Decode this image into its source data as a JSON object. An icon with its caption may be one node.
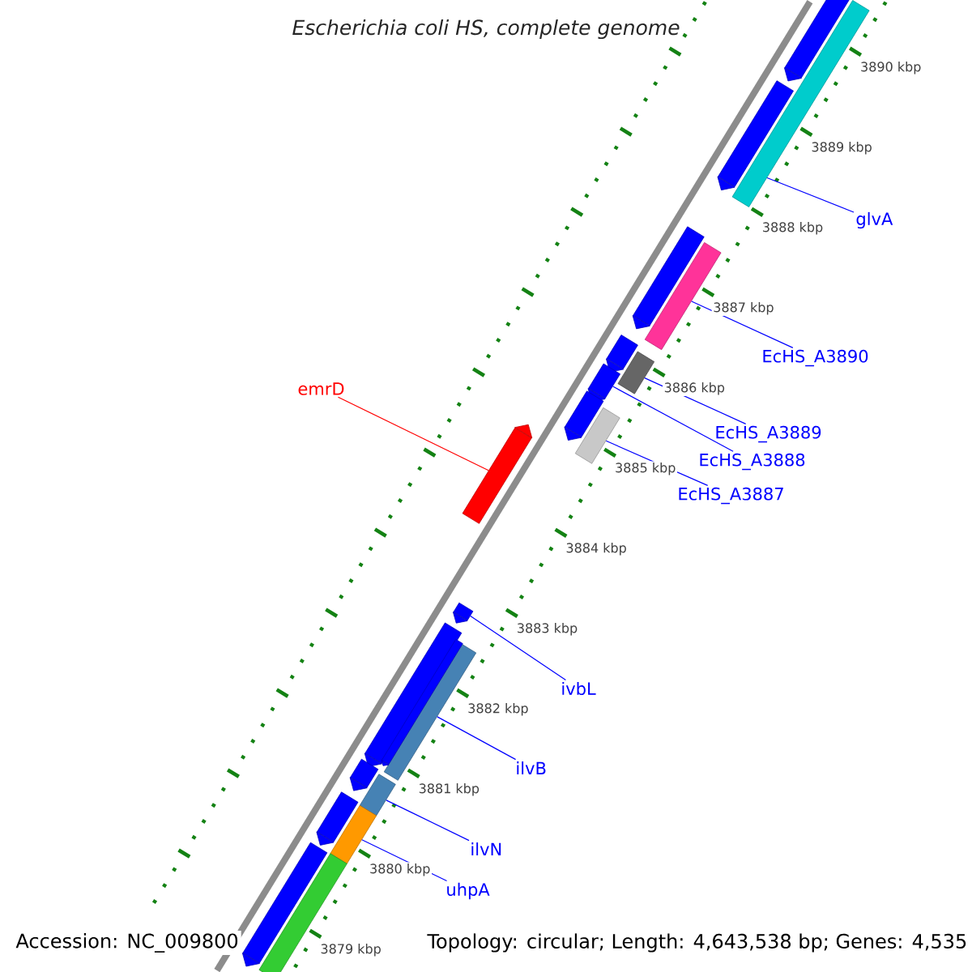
{
  "diagram": {
    "title": "Escherichia coli HS, complete genome",
    "nodes": [
      {
        "text": [
          "glvA"
        ]
      },
      {
        "text": [
          "EcHS_A3890"
        ]
      },
      {
        "text": [
          "emrD"
        ]
      },
      {
        "text": [
          "EcHS_A3889"
        ]
      },
      {
        "text": [
          "EcHS_A3888"
        ]
      },
      {
        "text": [
          "EcHS_A3887"
        ]
      },
      {
        "text": [
          "ivbL"
        ]
      },
      {
        "text": [
          "ilvB"
        ]
      },
      {
        "text": [
          "ilvN"
        ]
      },
      {
        "text": [
          "uhpA"
        ]
      },
      {
        "text": [],
        "shape": "arrow"
      },
      {
        "text": [],
        "shape": "bar"
      },
      {
        "text": [],
        "shape": "arrow"
      },
      {
        "text": [],
        "shape": "arrow"
      },
      {
        "text": [],
        "shape": "bar"
      },
      {
        "text": [],
        "shape": "arrow"
      },
      {
        "text": [],
        "shape": "bar"
      },
      {
        "text": [],
        "shape": "arrow"
      },
      {
        "text": [],
        "shape": "arrow"
      },
      {
        "text": [],
        "shape": "arrow"
      },
      {
        "text": [],
        "shape": "bar"
      },
      {
        "text": [],
        "shape": "arrow"
      },
      {
        "text": [],
        "shape": "arrow"
      },
      {
        "text": [],
        "shape": "bar"
      },
      {
        "text": [],
        "shape": "arrow"
      },
      {
        "text": [],
        "shape": "arrow"
      },
      {
        "text": [],
        "shape": "bar"
      },
      {
        "text": [],
        "shape": "arrow"
      },
      {
        "text": [],
        "shape": "bar"
      },
      {
        "text": [],
        "shape": "arrow"
      },
      {
        "text": [],
        "shape": "bar"
      }
    ],
    "edges": [
      {
        "from": 0,
        "to": 11,
        "arrow": "none"
      },
      {
        "from": 1,
        "to": 14,
        "arrow": "none"
      },
      {
        "from": 2,
        "to": 18,
        "arrow": "none",
        "color": "#ff0000"
      },
      {
        "from": 3,
        "to": 16,
        "arrow": "none"
      },
      {
        "from": 4,
        "to": 17,
        "arrow": "none"
      },
      {
        "from": 5,
        "to": 20,
        "arrow": "none"
      },
      {
        "from": 6,
        "to": 21,
        "arrow": "none"
      },
      {
        "from": 7,
        "to": 23,
        "arrow": "none"
      },
      {
        "from": 8,
        "to": 26,
        "arrow": "none"
      },
      {
        "from": 9,
        "to": 28,
        "arrow": "none"
      }
    ],
    "labels": [
      "3890 kbp",
      "3889 kbp",
      "3888 kbp",
      "3887 kbp",
      "3886 kbp",
      "3885 kbp",
      "3884 kbp",
      "3883 kbp",
      "3882 kbp",
      "3881 kbp",
      "3880 kbp",
      "Accession: NC_009800",
      "3879 kbp",
      "Topology: circular; Length: 4,643,538 bp; Genes: 4,535"
    ]
  }
}
